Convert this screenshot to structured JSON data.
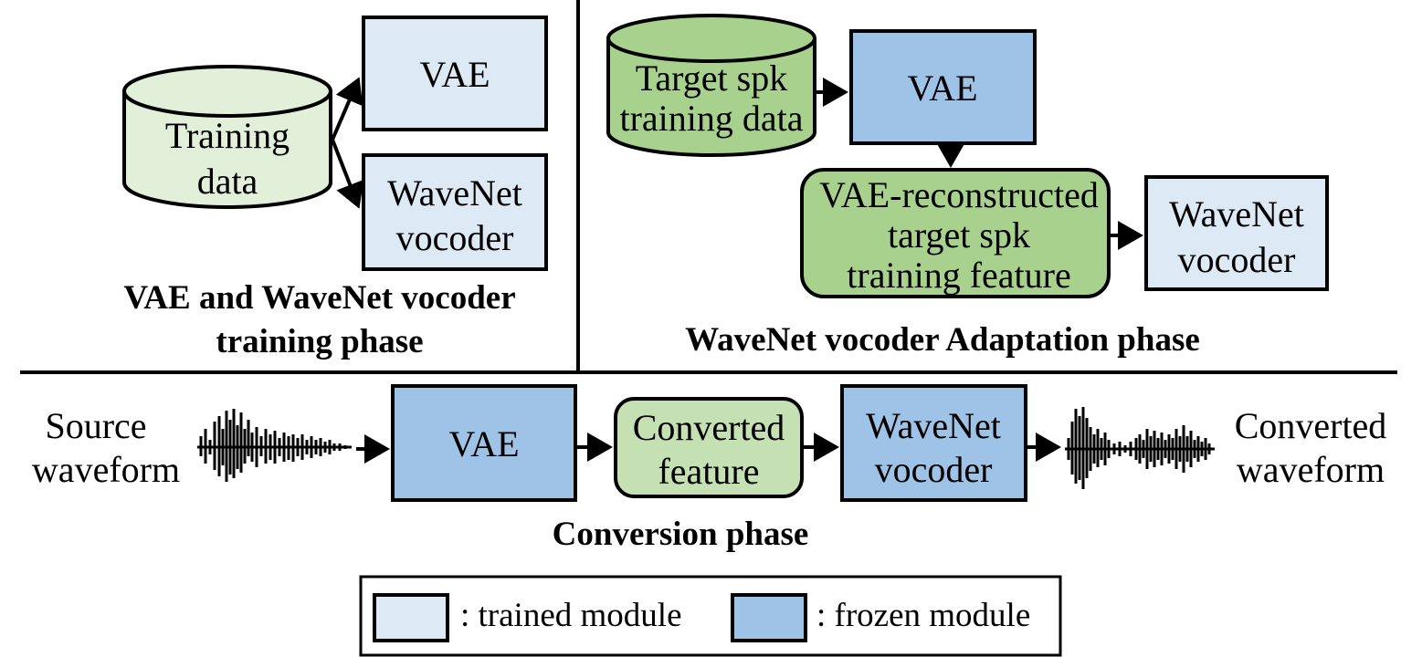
{
  "colors": {
    "trained": "#dde9f5",
    "frozen": "#9fc3e6",
    "data_light": "#e2efd9",
    "data_dark": "#a9d18e",
    "feature_light": "#c5e0b3"
  },
  "training_phase": {
    "db_line1": "Training",
    "db_line2": "data",
    "vae": "VAE",
    "vocoder_line1": "WaveNet",
    "vocoder_line2": "vocoder",
    "title_line1": "VAE and WaveNet vocoder",
    "title_line2": "training phase"
  },
  "adaptation_phase": {
    "db_line1": "Target spk",
    "db_line2": "training data",
    "vae": "VAE",
    "feature_line1": "VAE-reconstructed",
    "feature_line2": "target spk",
    "feature_line3": "training feature",
    "vocoder_line1": "WaveNet",
    "vocoder_line2": "vocoder",
    "title": "WaveNet vocoder Adaptation phase"
  },
  "conversion_phase": {
    "source_line1": "Source",
    "source_line2": "waveform",
    "vae": "VAE",
    "feature_line1": "Converted",
    "feature_line2": "feature",
    "vocoder_line1": "WaveNet",
    "vocoder_line2": "vocoder",
    "output_line1": "Converted",
    "output_line2": "waveform",
    "title": "Conversion phase"
  },
  "legend": {
    "trained": ": trained module",
    "frozen": ": frozen module"
  }
}
